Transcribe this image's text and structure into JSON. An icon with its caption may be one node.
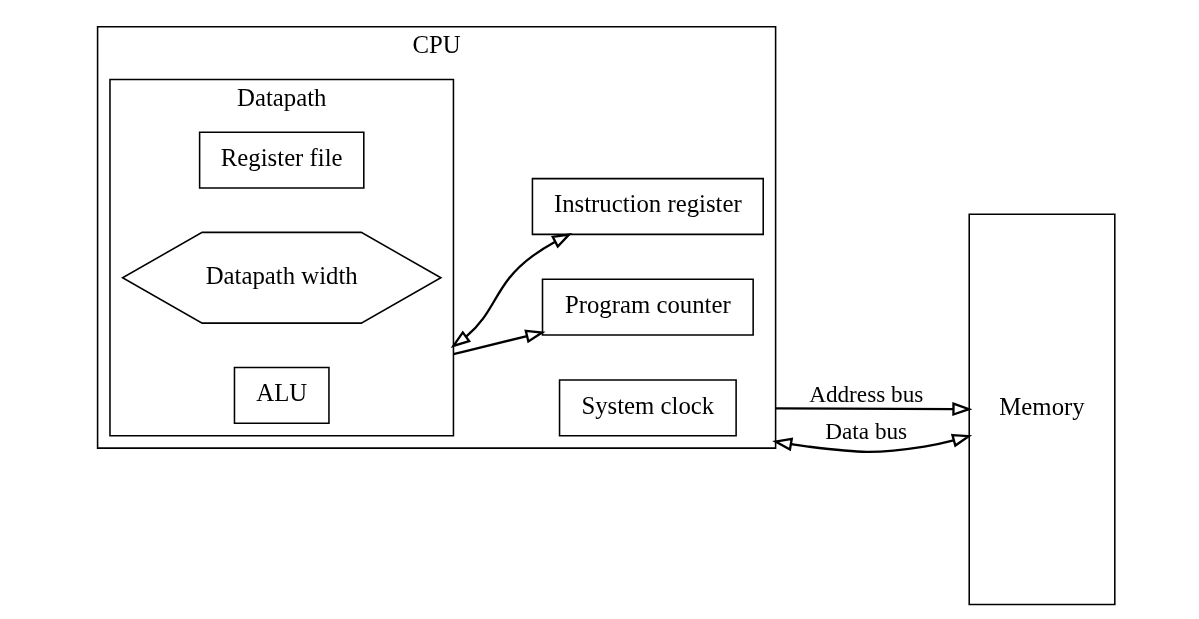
{
  "diagram": {
    "nodes": [
      {
        "text": [
          "CPU"
        ]
      },
      {
        "text": [
          "Datapath"
        ],
        "in": 0
      },
      {
        "text": [
          "Register file"
        ],
        "in": 1
      },
      {
        "text": [
          "Datapath width"
        ],
        "in": 1
      },
      {
        "text": [
          "ALU"
        ],
        "in": 1
      },
      {
        "text": [
          "Program counter"
        ],
        "in": 0
      },
      {
        "text": [
          "Instruction register"
        ],
        "in": 0
      },
      {
        "text": [
          "System clock"
        ],
        "in": 0
      },
      {
        "text": [
          "Memory"
        ]
      }
    ],
    "edges": [
      {
        "from": 1,
        "to": 5,
        "arrow": "to"
      },
      {
        "from": 1,
        "to": 6,
        "arrow": "both"
      },
      {
        "from": 0,
        "to": 8,
        "arrow": "to",
        "label": "Address bus"
      },
      {
        "from": 0,
        "to": 8,
        "arrow": "both",
        "label": "Data bus"
      }
    ]
  }
}
